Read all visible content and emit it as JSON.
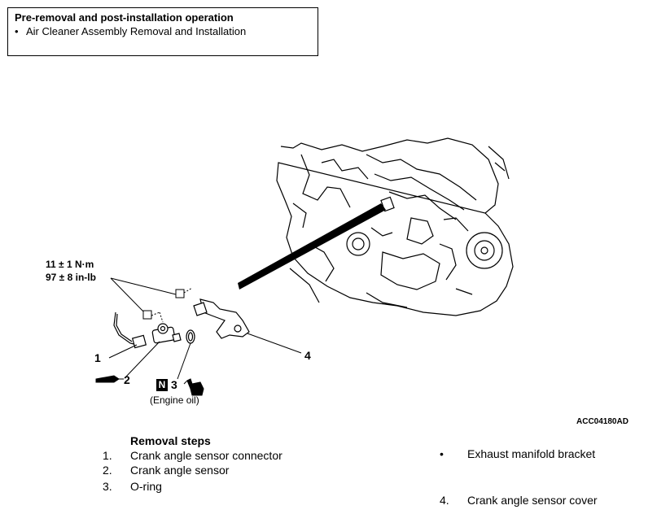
{
  "pre_box": {
    "title": "Pre-removal and post-installation operation",
    "items": [
      {
        "bullet": "•",
        "text": "Air Cleaner Assembly Removal and Installation"
      }
    ]
  },
  "diagram": {
    "torque_line1": "11 ± 1 N·m",
    "torque_line2": "97 ± 8 in-lb",
    "label_1": "1",
    "label_2": "2",
    "label_3": "3",
    "label_4": "4",
    "n_mark": "N",
    "engine_oil": "(Engine oil)",
    "code": "ACC04180AD"
  },
  "removal": {
    "title": "Removal steps",
    "steps": [
      {
        "num": "1.",
        "text": "Crank angle sensor connector"
      },
      {
        "num": "2.",
        "text": "Crank angle sensor"
      },
      {
        "num": "3.",
        "text": "O-ring"
      },
      {
        "num": "•",
        "text": "Exhaust manifold bracket"
      },
      {
        "num": "4.",
        "text": "Crank angle sensor cover"
      }
    ]
  }
}
